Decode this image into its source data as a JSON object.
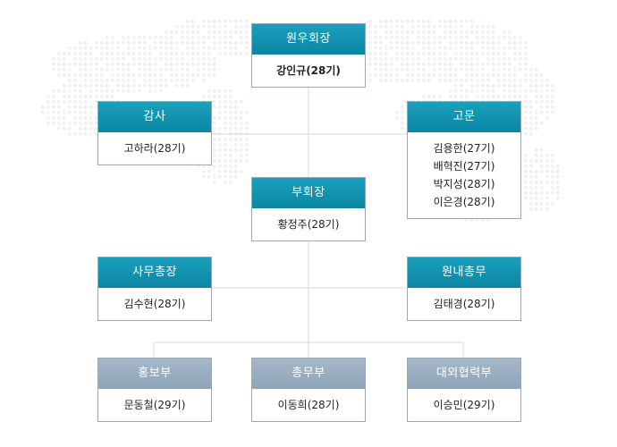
{
  "org": {
    "chairman": {
      "title": "원우회장",
      "members": [
        "강인규(28기)"
      ]
    },
    "auditor": {
      "title": "감사",
      "members": [
        "고하라(28기)"
      ]
    },
    "advisors": {
      "title": "고문",
      "members": [
        "김용한(27기)",
        "배혁진(27기)",
        "박지성(28기)",
        "이은경(28기)"
      ]
    },
    "vice": {
      "title": "부회장",
      "members": [
        "황정주(28기)"
      ]
    },
    "secretary_general": {
      "title": "사무총장",
      "members": [
        "김수현(28기)"
      ]
    },
    "internal_affairs": {
      "title": "원내총무",
      "members": [
        "김태경(28기)"
      ]
    },
    "pr": {
      "title": "홍보부",
      "members": [
        "문동철(29기)"
      ]
    },
    "general_affairs": {
      "title": "총무부",
      "members": [
        "이동희(28기)"
      ]
    },
    "external": {
      "title": "대외협력부",
      "members": [
        "이승민(29기)"
      ]
    }
  },
  "colors": {
    "header_teal": "#0f8fad",
    "header_gray": "#96abbe",
    "line": "#d0d5d9",
    "map_dot": "#eef1f4"
  }
}
